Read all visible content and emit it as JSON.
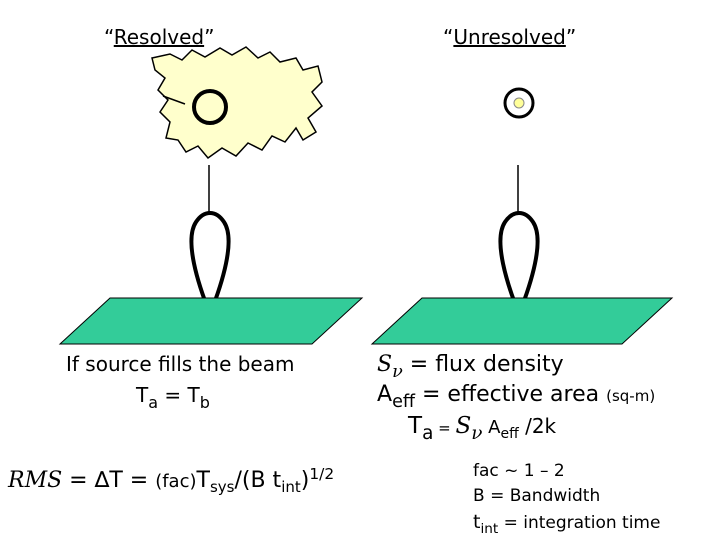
{
  "resolved": {
    "q_open": "“",
    "word": "Resolved",
    "q_close": "”"
  },
  "unresolved": {
    "q_open": "“",
    "word": "Unresolved",
    "q_close": "”"
  },
  "left_text": {
    "line1": "If source fills the beam",
    "ta_T": "T",
    "ta_sub": "a",
    "eq": " = ",
    "tb_T": "T",
    "tb_sub": "b"
  },
  "right_text": {
    "snu": "S",
    "nu": "ν",
    "flux_rest": " = flux density",
    "aeff_A": "A",
    "aeff_sub": "eff",
    "aeff_rest": " = effective area",
    "aeff_unit": "(sq-m)",
    "ta_T": "T",
    "ta_sub": "a",
    "ta_eq": " = ",
    "ta_S": "S",
    "ta_nu": "ν",
    "ta_A": " A",
    "ta_Asub": "eff",
    "ta_rest": " /2k"
  },
  "rms": {
    "rms": "RMS",
    "eq1": " = ",
    "delta": "∆",
    "T": "T",
    "eq2": " = ",
    "fac": "(fac)",
    "Tsys": "T",
    "sys": "sys",
    "mid": "/(B t",
    "int": "int",
    "close": ")",
    "pow": "1/2"
  },
  "notes": {
    "fac": "fac ~ 1 – 2",
    "bw": "B = Bandwidth",
    "t": "t",
    "int": "int",
    "rest": " = integration time"
  },
  "colors": {
    "cloud": "#ffffcc",
    "cloud_stroke": "#000000",
    "ground": "#33cc99",
    "ground_stroke": "#000000",
    "point_source": "#ffff99"
  }
}
